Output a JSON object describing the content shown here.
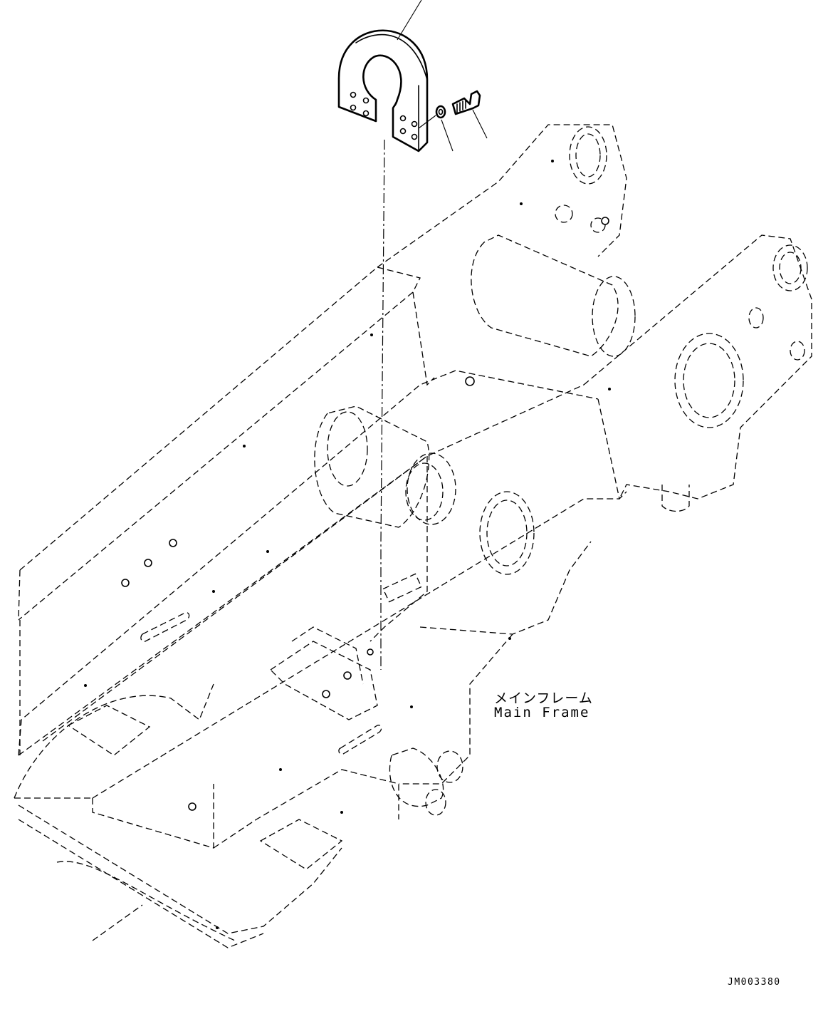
{
  "labels": {
    "main_frame_jp": "メインフレーム",
    "main_frame_en": "Main Frame",
    "drawing_code": "JM003380"
  }
}
